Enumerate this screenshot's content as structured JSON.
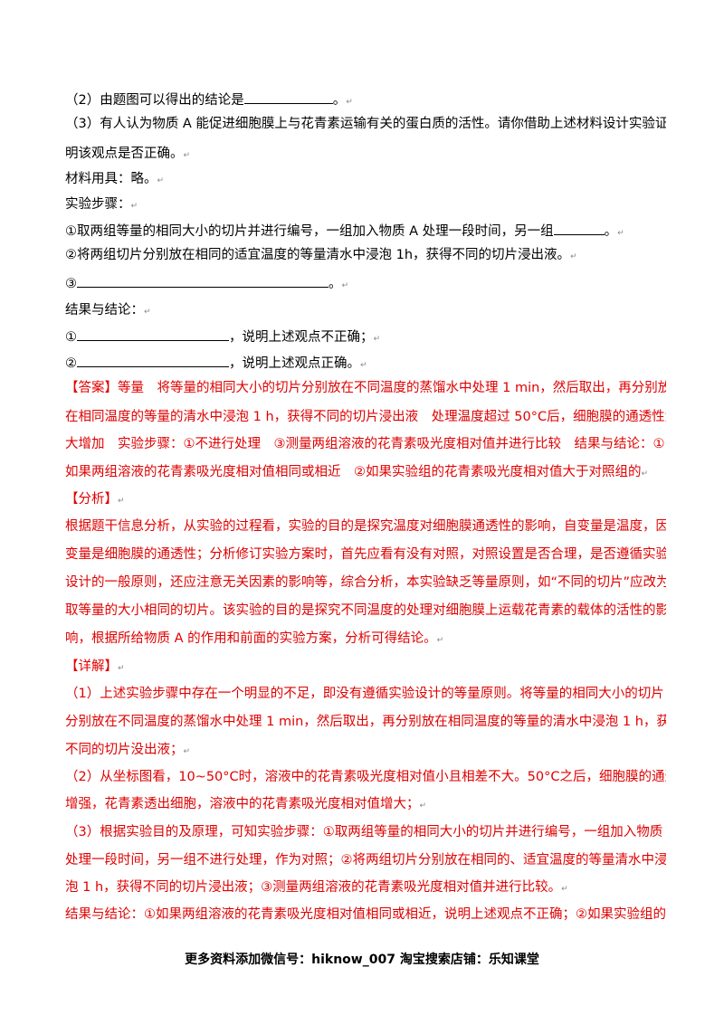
{
  "questions": {
    "q2_prefix": "（2）由题图可以得出的结论是",
    "q2_suffix": "。",
    "q3_line1": "（3）有人认为物质 A 能促进细胞膜上与花青素运输有关的蛋白质的活性。请你借助上述材料设计实验证",
    "q3_line2": "明该观点是否正确。",
    "materials": "材料用具：略。",
    "steps_label": "实验步骤：",
    "step1_prefix": "①取两组等量的相同大小的切片并进行编号，一组加入物质 A 处理一段时间，另一组",
    "step1_suffix": "。",
    "step2": "②将两组切片分别放在相同的适宜温度的等量清水中浸泡 1h，获得不同的切片浸出液。",
    "step3_prefix": "③",
    "step3_suffix": "。",
    "result_label": "结果与结论：",
    "r1_prefix": "①",
    "r1_suffix": "，说明上述观点不正确；",
    "r2_prefix": "②",
    "r2_suffix": "，说明上述观点正确。"
  },
  "answer": [
    "【答案】等量　将等量的相同大小的切片分别放在不同温度的蒸馏水中处理 1 min，然后取出，再分别放",
    "在相同温度的等量的清水中浸泡 1 h，获得不同的切片浸出液　处理温度超过 50°C后，细胞膜的通透性大",
    "大增加　实验步骤：①不进行处理　③测量两组溶液的花青素吸光度相对值并进行比较　结果与结论：①",
    "如果两组溶液的花青素吸光度相对值相同或相近　②如果实验组的花青素吸光度相对值大于对照组的"
  ],
  "analysis_label": "【分析】",
  "analysis": [
    "根据题干信息分析，从实验的过程看，实验的目的是探究温度对细胞膜通透性的影响，自变量是温度，因",
    "变量是细胞膜的通透性；分析修订实验方案时，首先应看有没有对照，对照设置是否合理，是否遵循实验",
    "设计的一般原则，还应注意无关因素的影响等，综合分析，本实验缺乏等量原则，如“不同的切片”应改为",
    "取等量的大小相同的切片。该实验的目的是探究不同温度的处理对细胞膜上运载花青素的载体的活性的影",
    "响，根据所给物质 A 的作用和前面的实验方案，分析可得结论。"
  ],
  "detail_label": "【详解】",
  "detail": [
    "（1）上述实验步骤中存在一个明显的不足，即没有遵循实验设计的等量原则。将等量的相同大小的切片",
    "分别放在不同温度的蒸馏水中处理 1 min，然后取出，再分别放在相同温度的等量的清水中浸泡 1 h，获得",
    "不同的切片没出液；",
    "（2）从坐标图看，10~50°C时，溶液中的花青素吸光度相对值小且相差不大。50°C之后，细胞膜的通透性",
    "增强，花青素透出细胞，溶液中的花青素吸光度相对值增大；",
    "（3）根据实验目的及原理，可知实验步骤：①取两组等量的相同大小的切片并进行编号，一组加入物质 A",
    "处理一段时间，另一组不进行处理，作为对照；②将两组切片分别放在相同的、适宜温度的等量清水中浸",
    "泡 1 h，获得不同的切片浸出液；③测量两组溶液的花青素吸光度相对值并进行比较。",
    "结果与结论：①如果两组溶液的花青素吸光度相对值相同或相近，说明上述观点不正确；②如果实验组的"
  ],
  "footer": "更多资料添加微信号：hiknow_007  淘宝搜索店铺：乐知课堂"
}
